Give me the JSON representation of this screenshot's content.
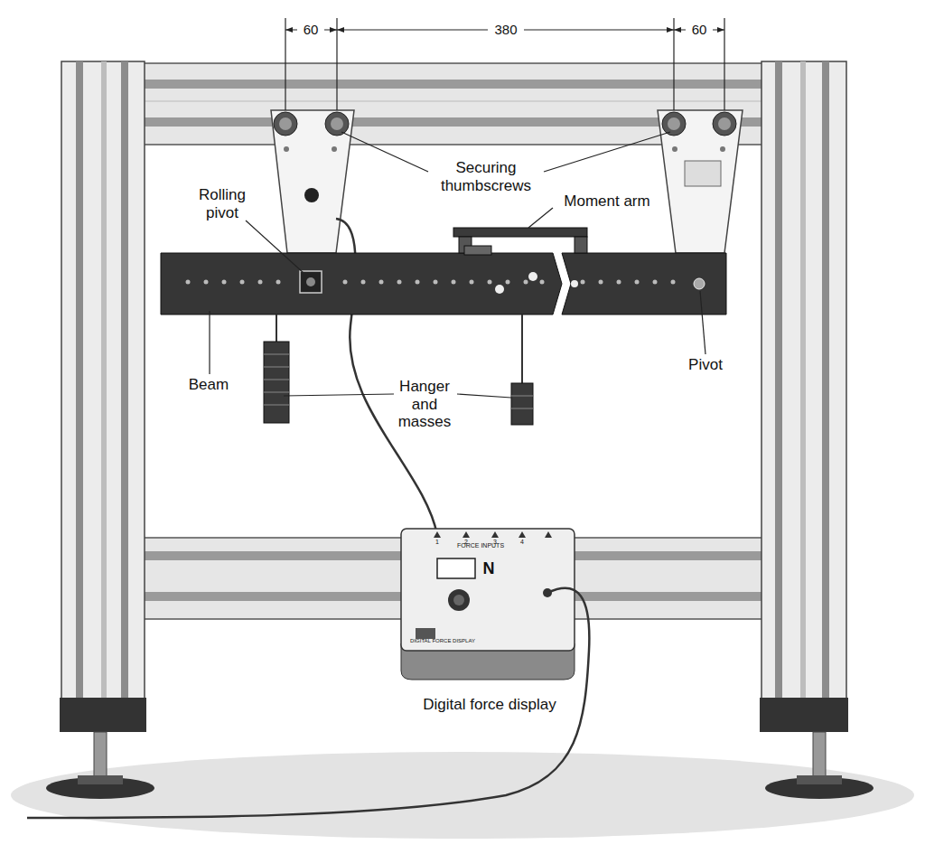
{
  "diagram": {
    "labels": [
      "60",
      "380",
      "60",
      "Securing thumbscrews",
      "Rolling pivot",
      "Moment arm",
      "Beam",
      "Hanger and masses",
      "Pivot",
      "Digital force display",
      "N",
      "FORCE INPUTS",
      "DIGITAL FORCE DISPLAY",
      "1",
      "2",
      "3",
      "4"
    ]
  }
}
